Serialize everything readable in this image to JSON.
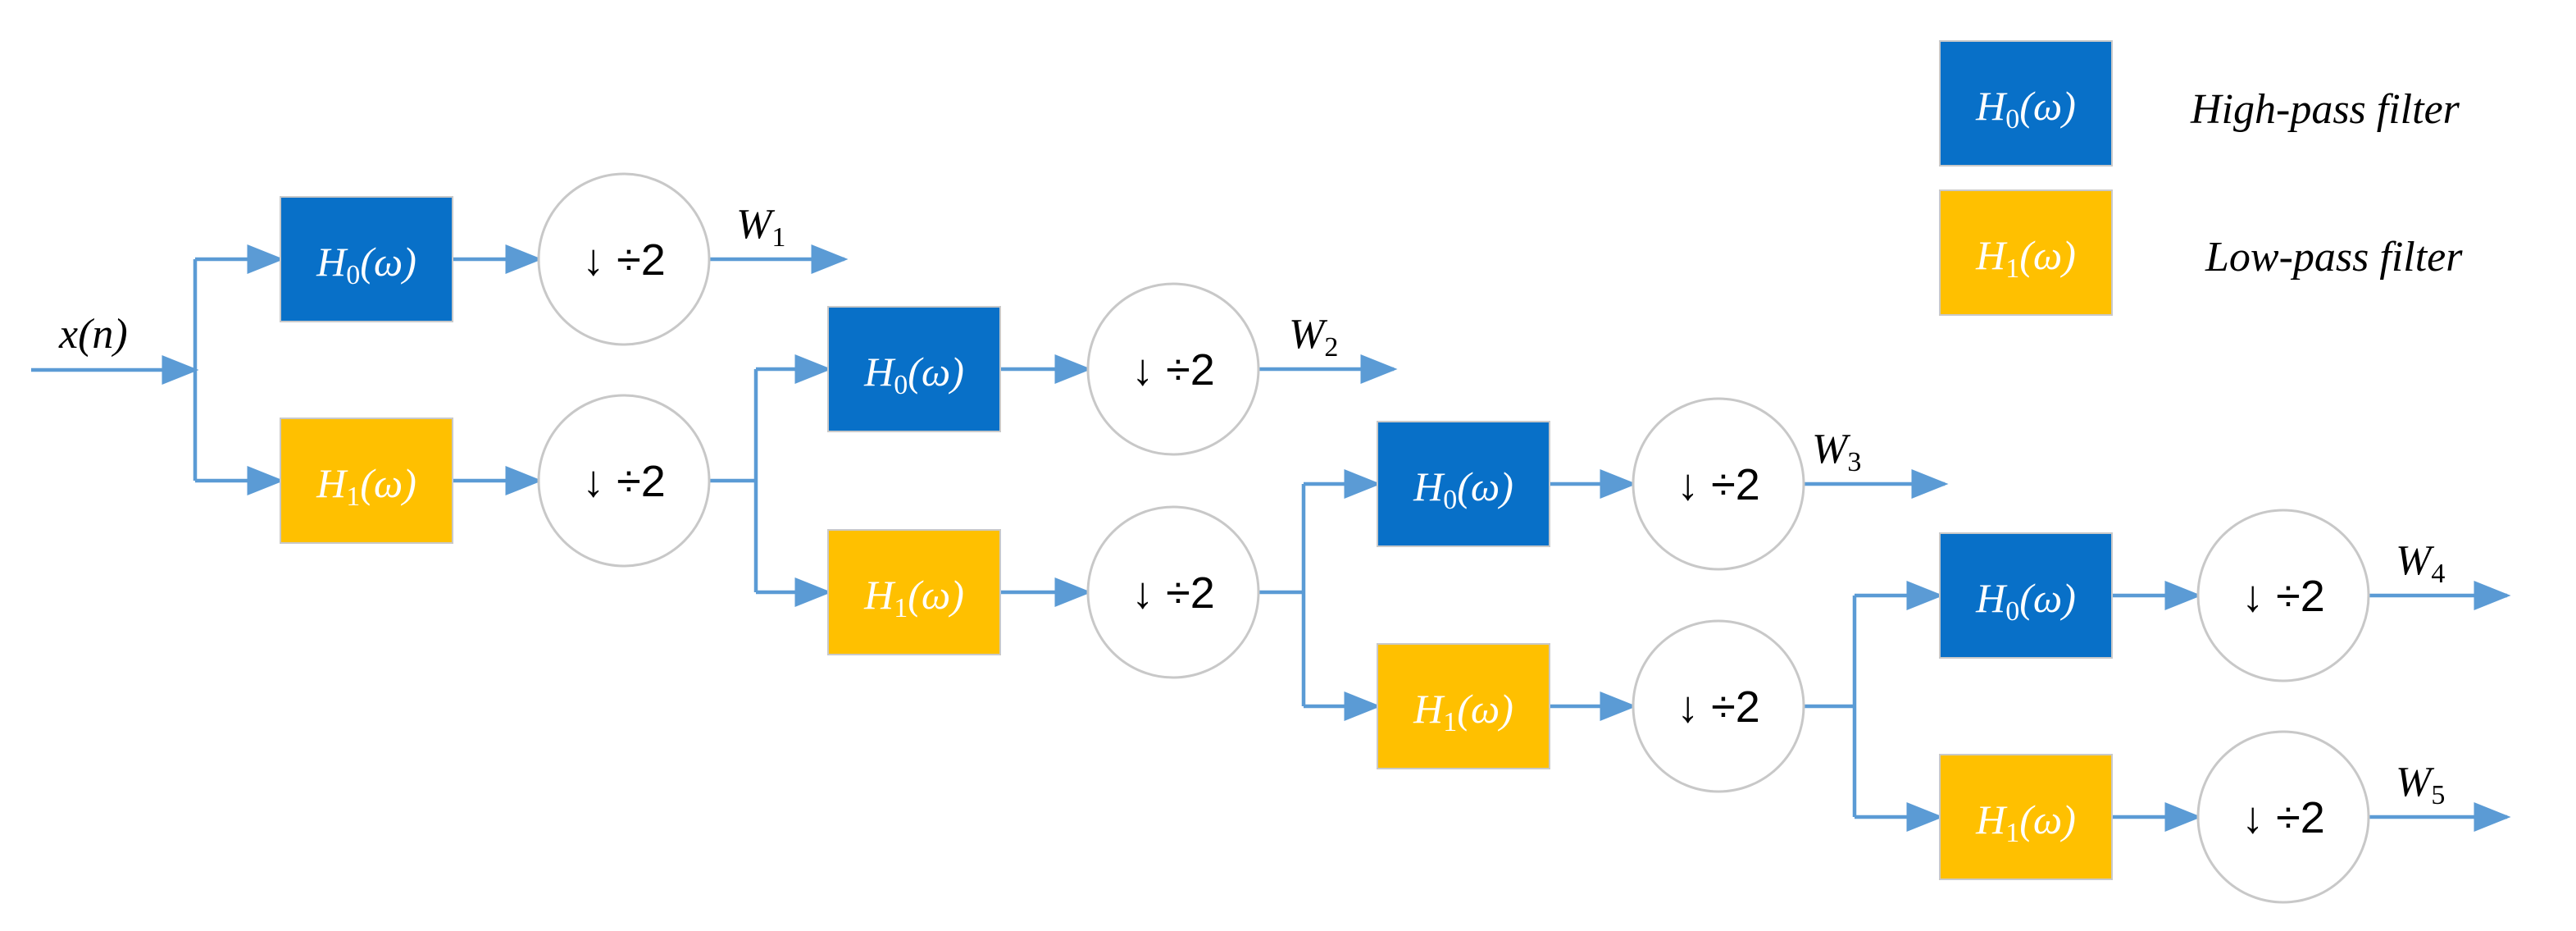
{
  "diagram": {
    "input_label": {
      "main": "x(",
      "var": "n",
      "close": ")"
    },
    "filters": {
      "high": {
        "letter": "H",
        "sub": "0",
        "arg": "(ω)"
      },
      "low": {
        "letter": "H",
        "sub": "1",
        "arg": "(ω)"
      }
    },
    "downsample": {
      "arrow": "↓",
      "text": "÷2"
    },
    "outputs": [
      {
        "letter": "W",
        "sub": "1"
      },
      {
        "letter": "W",
        "sub": "2"
      },
      {
        "letter": "W",
        "sub": "3"
      },
      {
        "letter": "W",
        "sub": "4"
      },
      {
        "letter": "W",
        "sub": "5"
      }
    ],
    "legend": [
      {
        "letter": "H",
        "sub": "0",
        "arg": "(ω)",
        "text": "High-pass filter"
      },
      {
        "letter": "H",
        "sub": "1",
        "arg": "(ω)",
        "text": "Low-pass filter"
      }
    ],
    "colors": {
      "high_pass": "#0870C8",
      "low_pass": "#FFC000",
      "line": "#5B9BD5",
      "circle_stroke": "#C8C8C8",
      "text_on_box": "#FFFFFF"
    }
  }
}
